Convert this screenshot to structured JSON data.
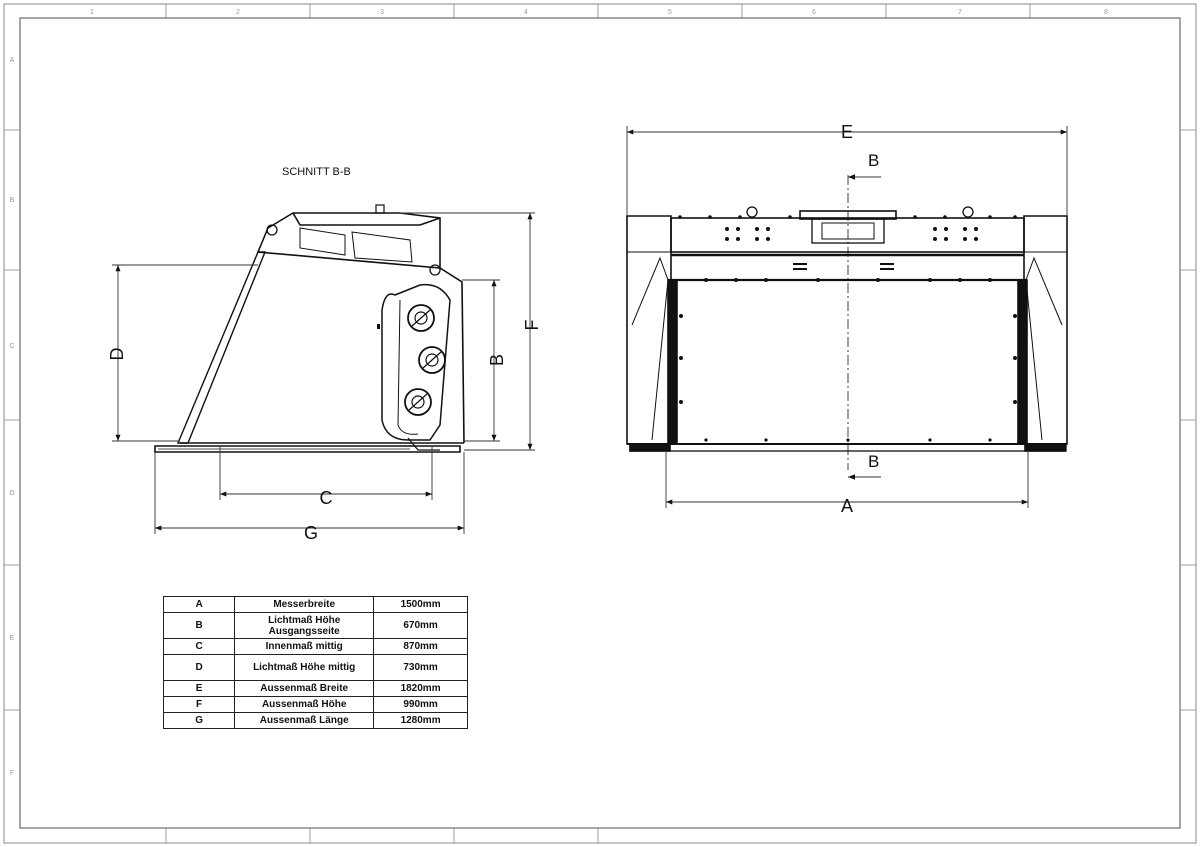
{
  "drawing": {
    "section_title": "SCHNITT B-B",
    "dimension_letters": {
      "A": "A",
      "B": "B",
      "C": "C",
      "D": "D",
      "E": "E",
      "F": "F",
      "G": "G"
    },
    "section_marker": "B",
    "frame_column_numbers": [
      "1",
      "2",
      "3",
      "4",
      "5",
      "6",
      "7",
      "8"
    ],
    "frame_row_letters": [
      "A",
      "B",
      "C",
      "D",
      "E",
      "F"
    ]
  },
  "spec_table": {
    "rows": [
      {
        "key": "A",
        "description": "Messerbreite",
        "value": "1500mm"
      },
      {
        "key": "B",
        "description": "Lichtmaß Höhe Ausgangsseite",
        "value": "670mm"
      },
      {
        "key": "C",
        "description": "Innenmaß mittig",
        "value": "870mm"
      },
      {
        "key": "D",
        "description": "Lichtmaß Höhe mittig",
        "value": "730mm"
      },
      {
        "key": "E",
        "description": "Aussenmaß Breite",
        "value": "1820mm"
      },
      {
        "key": "F",
        "description": "Aussenmaß Höhe",
        "value": "990mm"
      },
      {
        "key": "G",
        "description": "Aussenmaß Länge",
        "value": "1280mm"
      }
    ]
  },
  "colors": {
    "line": "#111111",
    "frame": "#888888"
  }
}
